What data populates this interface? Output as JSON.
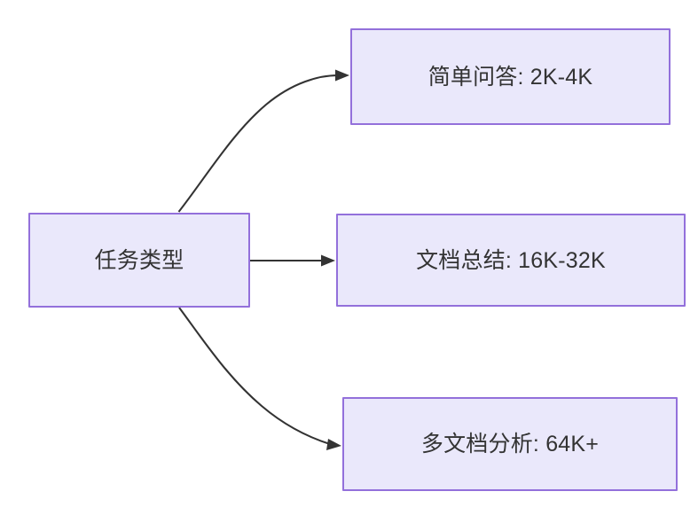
{
  "diagram": {
    "type": "flowchart",
    "direction": "left-to-right",
    "background_color": "#ffffff",
    "node_fill_color": "#eae8fb",
    "node_border_color": "#9370db",
    "text_color": "#333333",
    "edge_color": "#333333",
    "nodes": {
      "source": {
        "label": "任务类型"
      },
      "branch_1": {
        "label": "简单问答: 2K-4K"
      },
      "branch_2": {
        "label": "文档总结: 16K-32K"
      },
      "branch_3": {
        "label": "多文档分析: 64K+"
      }
    },
    "edges": [
      {
        "from": "source",
        "to": "branch_1",
        "style": "curved",
        "label": ""
      },
      {
        "from": "source",
        "to": "branch_2",
        "style": "straight",
        "label": ""
      },
      {
        "from": "source",
        "to": "branch_3",
        "style": "curved",
        "label": ""
      }
    ]
  }
}
